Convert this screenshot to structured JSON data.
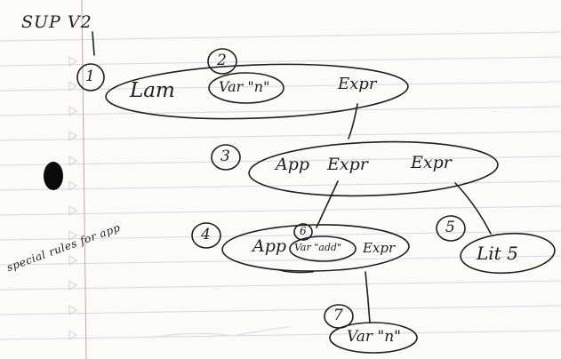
{
  "title": "SUP V2",
  "side_note": "special rules for app",
  "nodes": [
    {
      "id": "n1",
      "number": "1",
      "label": "Lam",
      "children": [
        "n2",
        "n3"
      ]
    },
    {
      "id": "n2",
      "number": "2",
      "label": "Var \"n\"",
      "children": []
    },
    {
      "id": "n1e",
      "number": "",
      "label": "Expr",
      "children": []
    },
    {
      "id": "n3",
      "number": "3",
      "label": "App",
      "extra": [
        "Expr",
        "Expr"
      ],
      "children": [
        "n4",
        "n5"
      ]
    },
    {
      "id": "n4",
      "number": "4",
      "label": "App",
      "extra": [
        "Expr"
      ],
      "children": [
        "n6",
        "n7"
      ]
    },
    {
      "id": "n5",
      "number": "5",
      "label": "Lit 5",
      "children": []
    },
    {
      "id": "n6",
      "number": "6",
      "label": "Var \"add\"",
      "children": []
    },
    {
      "id": "n7",
      "number": "7",
      "label": "Var \"n\"",
      "children": []
    }
  ],
  "colors": {
    "ink": "#1e1e1e",
    "lines": "#d5d9e3",
    "margin": "#c4a6a6",
    "hole": "#0b0b0b"
  }
}
